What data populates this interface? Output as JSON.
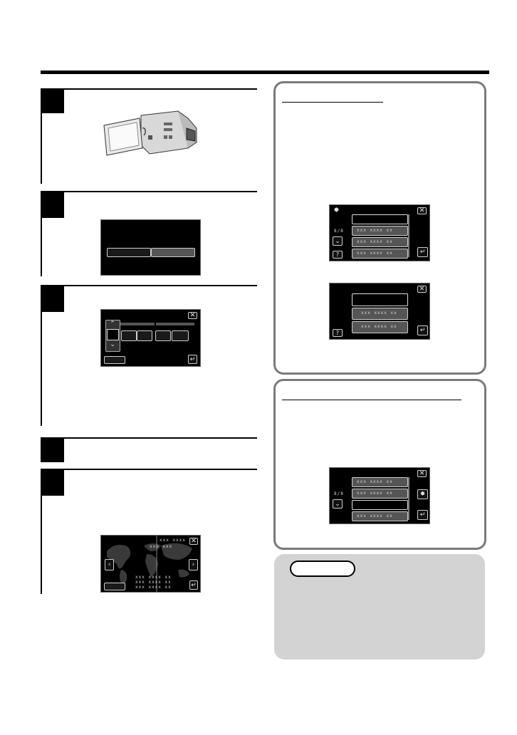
{
  "screens": {
    "menu_page": "8/8",
    "menu_items": [
      "xxx xxxx xx",
      "xxx xxxx xx",
      "xxx xxxx xx"
    ],
    "submenu_items": [
      "xxx xxxx xx",
      "xxx xxxx xx"
    ],
    "menu2_items": [
      "xxx xxxx xx",
      "xxx xxxx xx",
      "xxx xxxx xx"
    ],
    "menu2_page": "8/8",
    "map_labels": [
      "xxx xxxx xx",
      "xxx xxx",
      "xxx xxxx xx",
      "xxx xxxx xx",
      "xxx xxxx xx"
    ]
  },
  "icons": {
    "close": "close-icon",
    "down": "chevron-down-icon",
    "up": "chevron-up-icon",
    "help": "help-icon",
    "back": "return-icon",
    "gear": "gear-icon",
    "left": "chevron-left-icon",
    "right": "chevron-right-icon"
  },
  "colors": {
    "panel_border": "#7a7a7a",
    "note_bg": "#d3d3d3",
    "lcd_bg": "#000000"
  }
}
